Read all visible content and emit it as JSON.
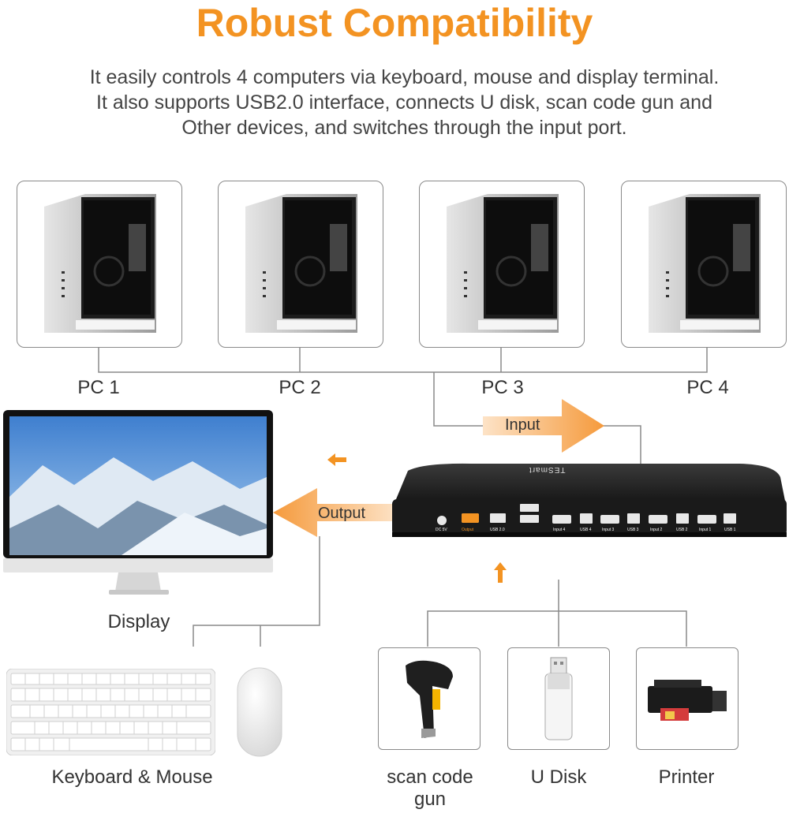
{
  "header": {
    "title": "Robust Compatibility",
    "description": [
      "It easily controls 4 computers via keyboard, mouse and display terminal.",
      "It also supports USB2.0 interface, connects U disk, scan code gun and",
      "Other devices, and switches through the input port."
    ]
  },
  "computers": [
    {
      "label": "PC 1"
    },
    {
      "label": "PC 2"
    },
    {
      "label": "PC 3"
    },
    {
      "label": "PC 4"
    }
  ],
  "arrows": {
    "input": "Input",
    "output": "Output"
  },
  "switch": {
    "brand": "TESmart",
    "ports": [
      "DC 5V",
      "Output",
      "USB 2.0",
      "Input 4",
      "USB 4",
      "Input 3",
      "USB 3",
      "Input 2",
      "USB 2",
      "Input 1",
      "USB 1"
    ]
  },
  "peripherals": {
    "display": "Display",
    "keyboard_mouse": "Keyboard & Mouse",
    "scanner_line1": "scan code",
    "scanner_line2": "gun",
    "udisk": "U Disk",
    "printer": "Printer"
  },
  "colors": {
    "accent": "#f39322",
    "arrow_fill": "#f7b777",
    "line": "#8a8a8a"
  }
}
